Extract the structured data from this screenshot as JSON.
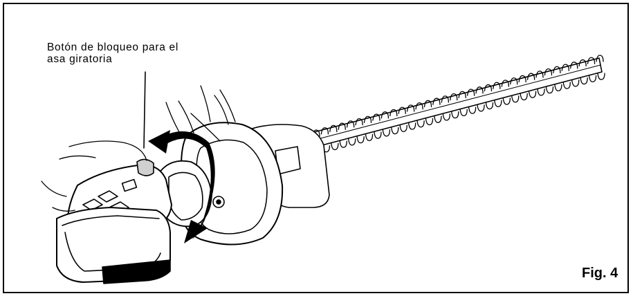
{
  "callout": {
    "line1": "Botón de bloqueo para el",
    "line2": "asa giratoria"
  },
  "figure_label": "Fig. 4",
  "colors": {
    "ink": "#000000",
    "paper": "#ffffff",
    "shade": "#e8e8e8"
  },
  "icons": [
    "rotation-arrow-icon"
  ]
}
